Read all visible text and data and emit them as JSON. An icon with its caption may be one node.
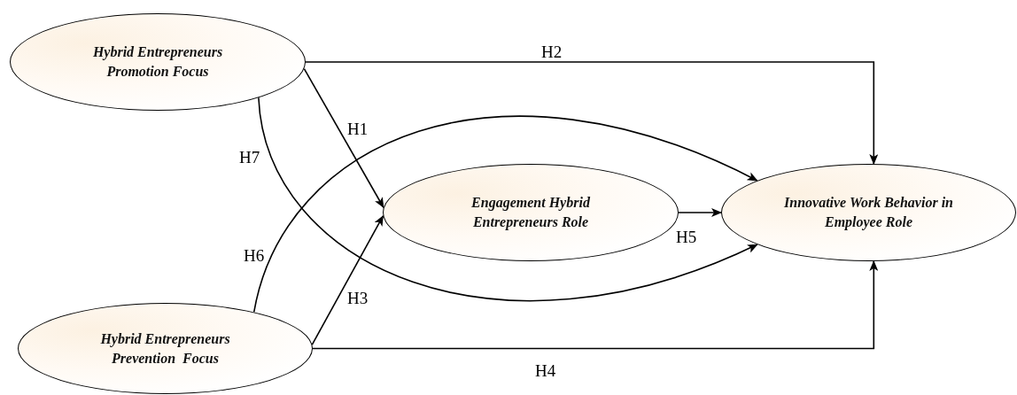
{
  "diagram": {
    "nodes": [
      {
        "text": [
          "Hybrid Entrepreneurs Promotion Focus"
        ]
      },
      {
        "text": [
          "Engagement Hybrid Entrepreneurs Role"
        ]
      },
      {
        "text": [
          "Innovative Work Behavior in Employee Role"
        ]
      },
      {
        "text": [
          "Hybrid Entrepreneurs Prevention  Focus"
        ]
      }
    ],
    "edges": [
      {
        "from": 0,
        "to": 1,
        "arrow": "to",
        "label": "H1"
      },
      {
        "from": 0,
        "to": 2,
        "arrow": "to",
        "label": "H2"
      },
      {
        "from": 3,
        "to": 1,
        "arrow": "to",
        "label": "H3"
      },
      {
        "from": 3,
        "to": 2,
        "arrow": "to",
        "label": "H4"
      },
      {
        "from": 1,
        "to": 2,
        "arrow": "to",
        "label": "H5"
      },
      {
        "from": 3,
        "to": 2,
        "arrow": "to",
        "label": "H6"
      },
      {
        "from": 0,
        "to": 2,
        "arrow": "to",
        "label": "H7"
      }
    ]
  }
}
